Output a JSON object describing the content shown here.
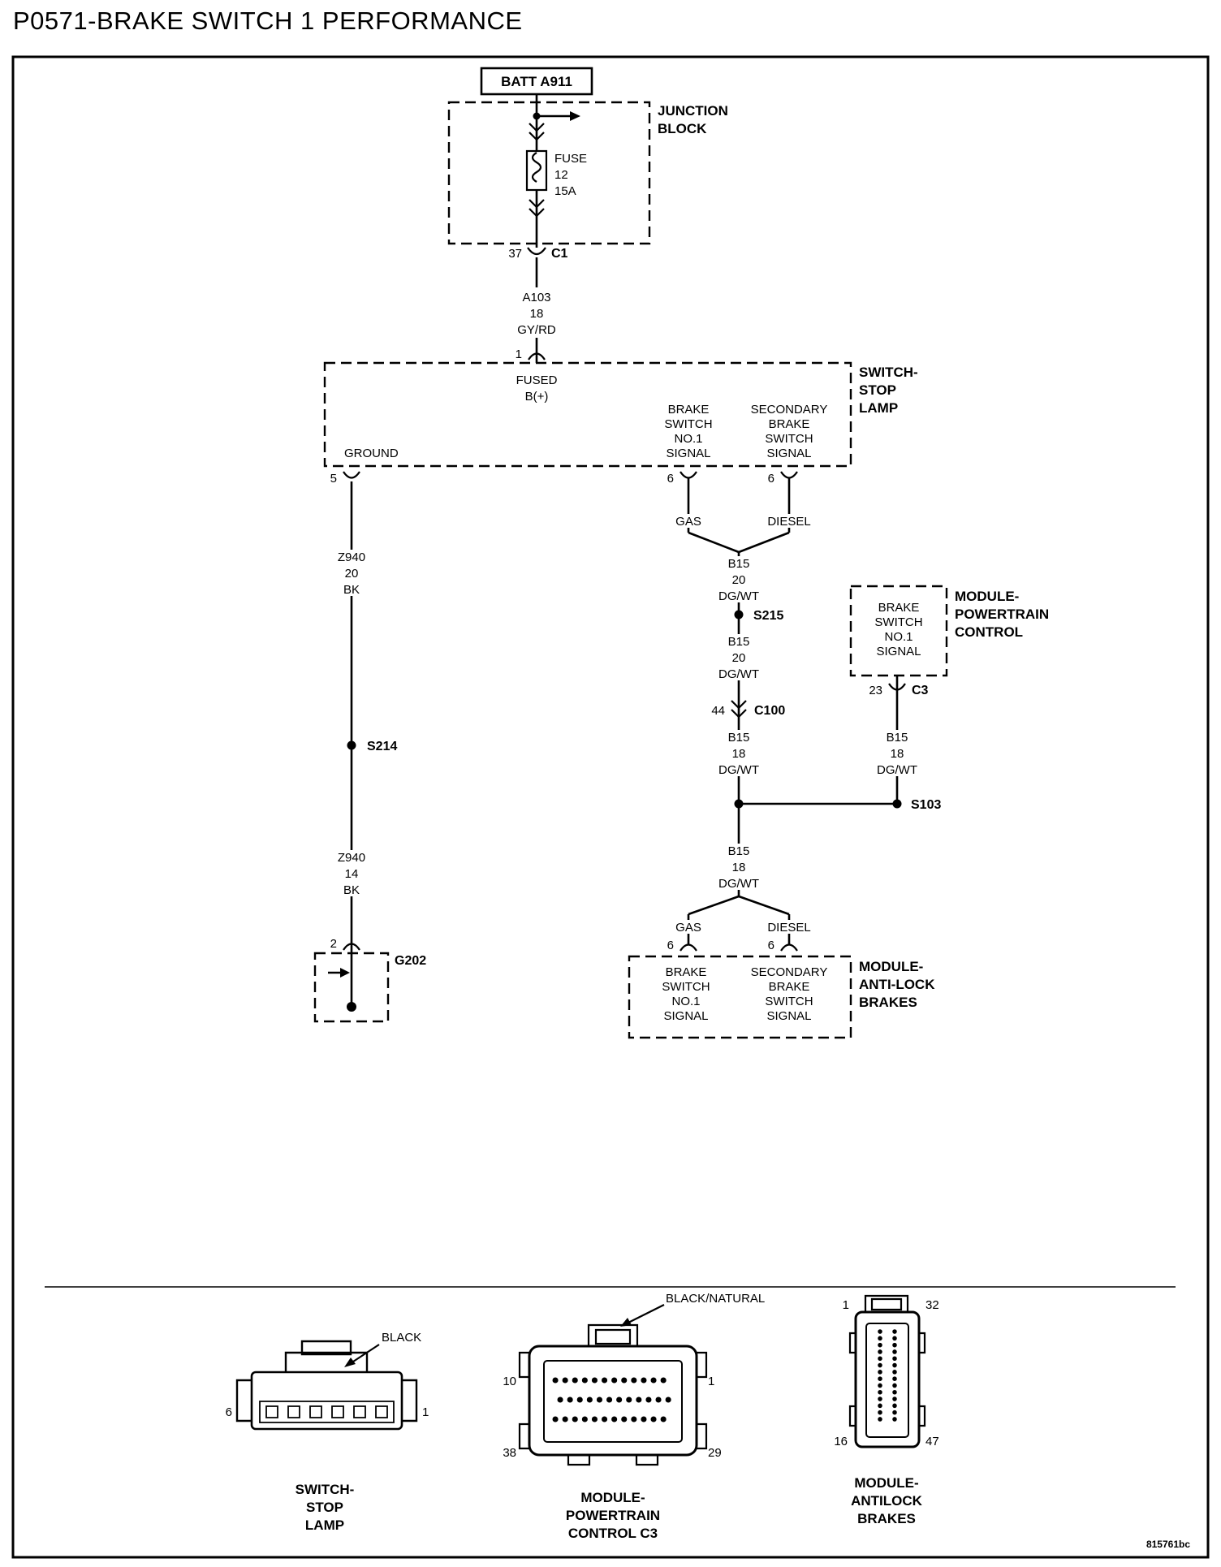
{
  "title": "P0571-BRAKE SWITCH 1 PERFORMANCE",
  "figure_id": "815761bc",
  "power_feed": {
    "batt": "BATT A911",
    "junction_block_label": [
      "JUNCTION",
      "BLOCK"
    ],
    "fuse_label": [
      "FUSE",
      "12",
      "15A"
    ],
    "c1_pin": "37",
    "c1_name": "C1",
    "wire_a103": [
      "A103",
      "18",
      "GY/RD"
    ],
    "pin_1": "1"
  },
  "switch_stop_lamp": {
    "box_label": [
      "SWITCH-",
      "STOP",
      "LAMP"
    ],
    "fused_b": [
      "FUSED",
      "B(+)"
    ],
    "ground": "GROUND",
    "brake_switch_no1_signal": [
      "BRAKE",
      "SWITCH",
      "NO.1",
      "SIGNAL"
    ],
    "secondary_brake_switch_signal": [
      "SECONDARY",
      "BRAKE",
      "SWITCH",
      "SIGNAL"
    ],
    "pin_5": "5",
    "pin_6_gas": "6",
    "pin_6_diesel": "6"
  },
  "signal_branch": {
    "gas_top": "GAS",
    "diesel_top": "DIESEL",
    "wire_b15_20_a": [
      "B15",
      "20",
      "DG/WT"
    ],
    "splice_s215": "S215",
    "wire_b15_20_b": [
      "B15",
      "20",
      "DG/WT"
    ],
    "c100_pin": "44",
    "c100_name": "C100",
    "wire_b15_18_a": [
      "B15",
      "18",
      "DG/WT"
    ],
    "splice_s103": "S103",
    "wire_b15_18_b": [
      "B15",
      "18",
      "DG/WT"
    ],
    "wire_b15_18_c": [
      "B15",
      "18",
      "DG/WT"
    ],
    "gas_bottom": "GAS",
    "diesel_bottom": "DIESEL"
  },
  "ground_branch": {
    "wire_z940_20": [
      "Z940",
      "20",
      "BK"
    ],
    "splice_s214": "S214",
    "wire_z940_14": [
      "Z940",
      "14",
      "BK"
    ],
    "pin_2": "2",
    "ground_g202": "G202"
  },
  "pcm": {
    "box_label": [
      "MODULE-",
      "POWERTRAIN",
      "CONTROL"
    ],
    "signal": [
      "BRAKE",
      "SWITCH",
      "NO.1",
      "SIGNAL"
    ],
    "c3_pin": "23",
    "c3_name": "C3"
  },
  "abs": {
    "box_label": [
      "MODULE-",
      "ANTI-LOCK",
      "BRAKES"
    ],
    "pin_6_gas": "6",
    "pin_6_diesel": "6",
    "brake_switch_no1_signal": [
      "BRAKE",
      "SWITCH",
      "NO.1",
      "SIGNAL"
    ],
    "secondary_brake_switch_signal": [
      "SECONDARY",
      "BRAKE",
      "SWITCH",
      "SIGNAL"
    ]
  },
  "connector_views": {
    "stop_lamp": {
      "color": "BLACK",
      "pin_left": "6",
      "pin_right": "1",
      "label": [
        "SWITCH-",
        "STOP",
        "LAMP"
      ]
    },
    "pcm_c3": {
      "color": "BLACK/NATURAL",
      "pin_top_left": "10",
      "pin_top_right": "1",
      "pin_bottom_left": "38",
      "pin_bottom_right": "29",
      "label": [
        "MODULE-",
        "POWERTRAIN",
        "CONTROL C3"
      ]
    },
    "abs": {
      "pin_top_left": "1",
      "pin_top_right": "32",
      "pin_bottom_left": "16",
      "pin_bottom_right": "47",
      "label": [
        "MODULE-",
        "ANTILOCK",
        "BRAKES"
      ]
    }
  }
}
